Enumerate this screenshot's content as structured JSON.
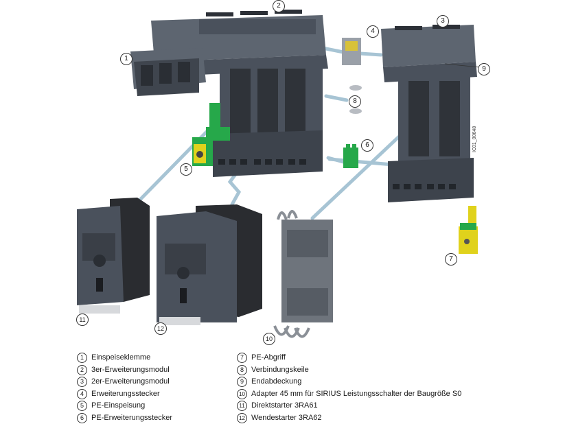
{
  "colors": {
    "housing": "#4a515c",
    "housing_light": "#5d6570",
    "housing_dark": "#363b44",
    "connector": "#a7c4d4",
    "pe_green": "#26a84a",
    "pe_yellow": "#e0d21c",
    "starter_body": "#3c4048",
    "starter_top": "#2a2c30"
  },
  "callouts": [
    {
      "id": "1",
      "text": "1"
    },
    {
      "id": "2",
      "text": "2"
    },
    {
      "id": "3",
      "text": "3"
    },
    {
      "id": "4",
      "text": "4"
    },
    {
      "id": "5",
      "text": "5"
    },
    {
      "id": "6",
      "text": "6"
    },
    {
      "id": "7",
      "text": "7"
    },
    {
      "id": "8",
      "text": "8"
    },
    {
      "id": "9",
      "text": "9"
    },
    {
      "id": "10",
      "text": "10"
    },
    {
      "id": "11",
      "text": "11"
    },
    {
      "id": "12",
      "text": "12"
    }
  ],
  "side_label": "IC01_00648",
  "legend": {
    "left": [
      {
        "num": "1",
        "label": "Einspeiseklemme"
      },
      {
        "num": "2",
        "label": "3er-Erweiterungsmodul"
      },
      {
        "num": "3",
        "label": "2er-Erweiterungsmodul"
      },
      {
        "num": "4",
        "label": "Erweiterungsstecker"
      },
      {
        "num": "5",
        "label": "PE-Einspeisung"
      },
      {
        "num": "6",
        "label": "PE-Erweiterungsstecker"
      }
    ],
    "right": [
      {
        "num": "7",
        "label": "PE-Abgriff"
      },
      {
        "num": "8",
        "label": "Verbindungskeile"
      },
      {
        "num": "9",
        "label": "Endabdeckung"
      },
      {
        "num": "10",
        "label": "Adapter 45 mm für SIRIUS Leistungsschalter der Baugröße S0"
      },
      {
        "num": "11",
        "label": "Direktstarter 3RA61"
      },
      {
        "num": "12",
        "label": "Wendestarter 3RA62"
      }
    ]
  }
}
